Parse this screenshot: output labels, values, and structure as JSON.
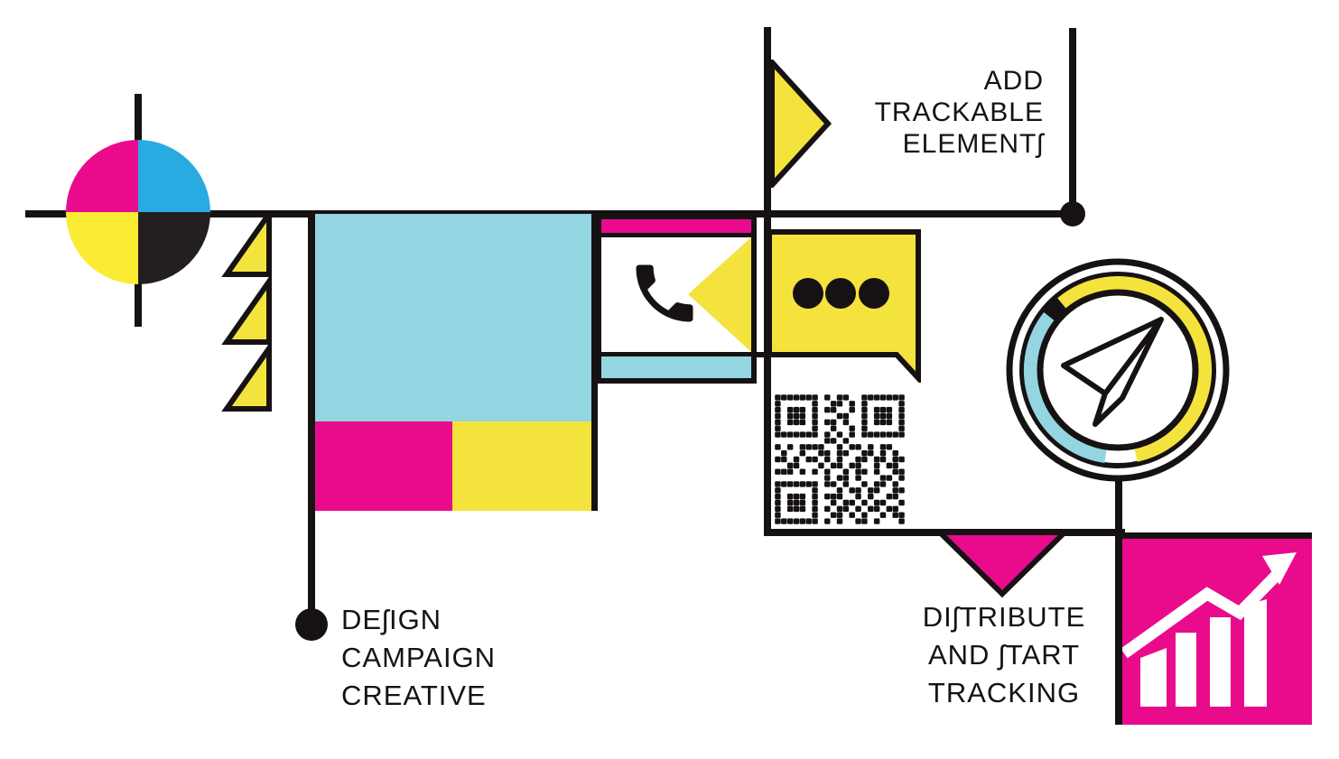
{
  "title": "Print campaign tracking infographic",
  "colors": {
    "magenta": "#E90B8C",
    "cyan_bright": "#29ABE2",
    "cyan_light": "#93D5E0",
    "yellow": "#F5E33D",
    "yellow_bright": "#FAEC33",
    "ink": "#161214",
    "paper": "#ffffff"
  },
  "labels": {
    "design": {
      "lines": [
        "DEʃIGN",
        "CAMPAIGN",
        "CREATIVE"
      ]
    },
    "add_trackable": {
      "lines": [
        "ADD",
        "TRACKABLE",
        "ELEMENTʃ"
      ]
    },
    "distribute": {
      "lines": [
        "DIʃTRIBUTE",
        "AND ʃTART",
        "TRACKING"
      ]
    }
  },
  "icons": {
    "cmyk_circle": "cmyk-registration-circle",
    "zigzag": "lightning-zigzag",
    "flag": "pennant-flag",
    "phone": "phone-handset",
    "chat_bubble": "chat-bubble-ellipsis",
    "qr": "qr-code",
    "paper_plane": "paper-plane-send-badge",
    "chart": "growth-bar-chart",
    "down_triangle": "downward-pointer",
    "step_dots": "step-marker-dots"
  },
  "qr_matrix": [
    "111111101011001111111",
    "100000100110101000001",
    "101110101100101011101",
    "101110100011001011101",
    "101110101101001011101",
    "100000100100101000001",
    "111111101010101111111",
    "000000001101000000000",
    "101011110010110101100",
    "010010011011001101010",
    "110101101010011011011",
    "001100010110110010110",
    "111010101001011010011",
    "000000001011010001101",
    "111111101101001011010",
    "100000100010110110011",
    "101110101110010100110",
    "101110100101101011001",
    "101110101011010110110",
    "100000100110101001011",
    "111111101010011010001"
  ]
}
